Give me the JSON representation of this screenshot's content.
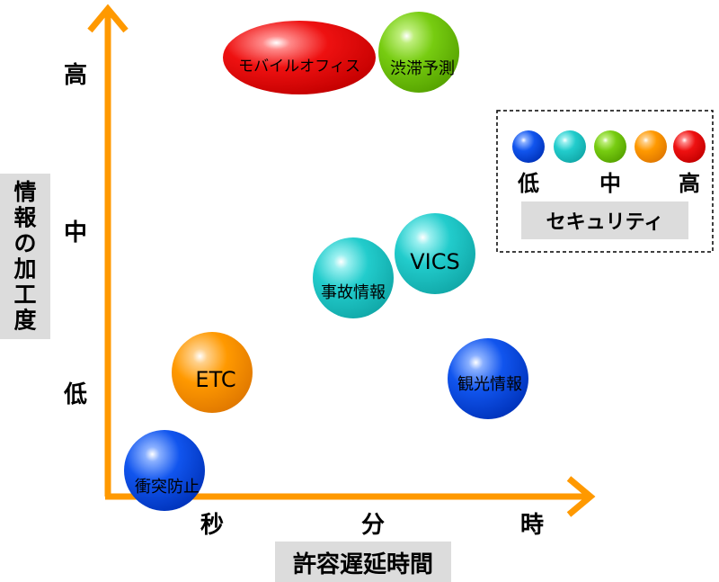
{
  "diagram": {
    "y_axis": {
      "title": "情報の加工度",
      "ticks": [
        "高",
        "中",
        "低"
      ],
      "color": "#FF9900"
    },
    "x_axis": {
      "title": "許容遅延時間",
      "ticks": [
        "秒",
        "分",
        "時"
      ],
      "color": "#FF9900"
    },
    "bubbles": [
      {
        "id": "mobile-office",
        "label": "モバイルオフィス",
        "security": "高",
        "color": "#EE1111"
      },
      {
        "id": "traffic-prediction",
        "label": "渋滞予測",
        "security": "中",
        "color": "#77CC11"
      },
      {
        "id": "vics",
        "label": "VICS",
        "security": "低〜中",
        "color": "#22CCCC"
      },
      {
        "id": "accident-info",
        "label": "事故情報",
        "security": "低〜中",
        "color": "#22CCCC"
      },
      {
        "id": "etc",
        "label": "ETC",
        "security": "中〜高",
        "color": "#FF9900"
      },
      {
        "id": "tourism-info",
        "label": "観光情報",
        "security": "低",
        "color": "#1155EE"
      },
      {
        "id": "collision-prevention",
        "label": "衝突防止",
        "security": "低",
        "color": "#1155EE"
      }
    ],
    "legend": {
      "title": "セキュリティ",
      "colors": [
        "#1155EE",
        "#22CCCC",
        "#77CC11",
        "#FF9900",
        "#EE1111"
      ],
      "labels": [
        "低",
        "中",
        "高"
      ]
    }
  }
}
